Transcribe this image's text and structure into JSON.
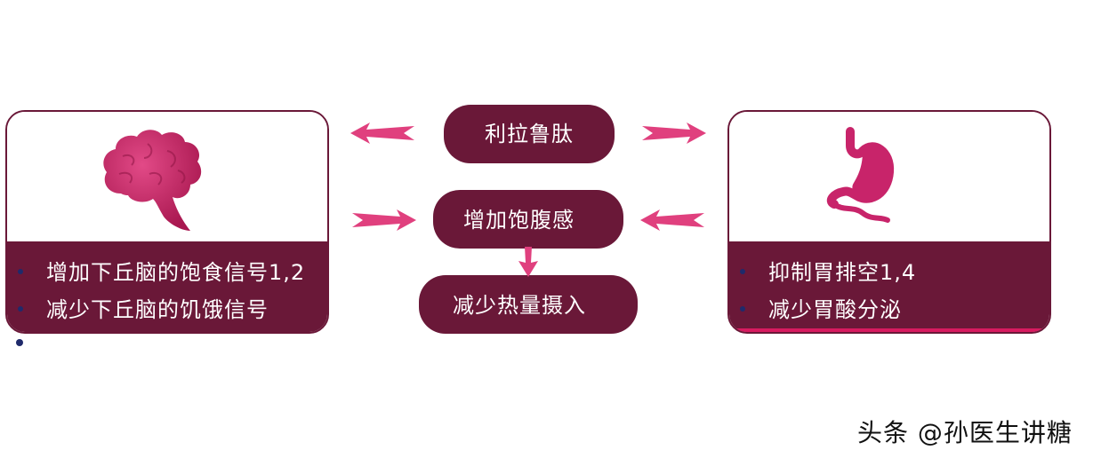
{
  "center": {
    "drug_label": "利拉鲁肽",
    "effect_satiety": "增加饱腹感",
    "effect_calorie": "减少热量摄入"
  },
  "left_panel": {
    "icon": "brain-icon",
    "bullets": [
      "增加下丘脑的饱食信号1,2",
      "减少下丘脑的饥饿信号"
    ]
  },
  "right_panel": {
    "icon": "stomach-icon",
    "bullets": [
      "抑制胃排空1,4",
      "减少胃酸分泌"
    ]
  },
  "watermark": "头条 @孙医生讲糖",
  "colors": {
    "panel": "#6a1838",
    "accent": "#e0407e",
    "icon": "#c8246a",
    "bullet": "#1f2a6b"
  }
}
